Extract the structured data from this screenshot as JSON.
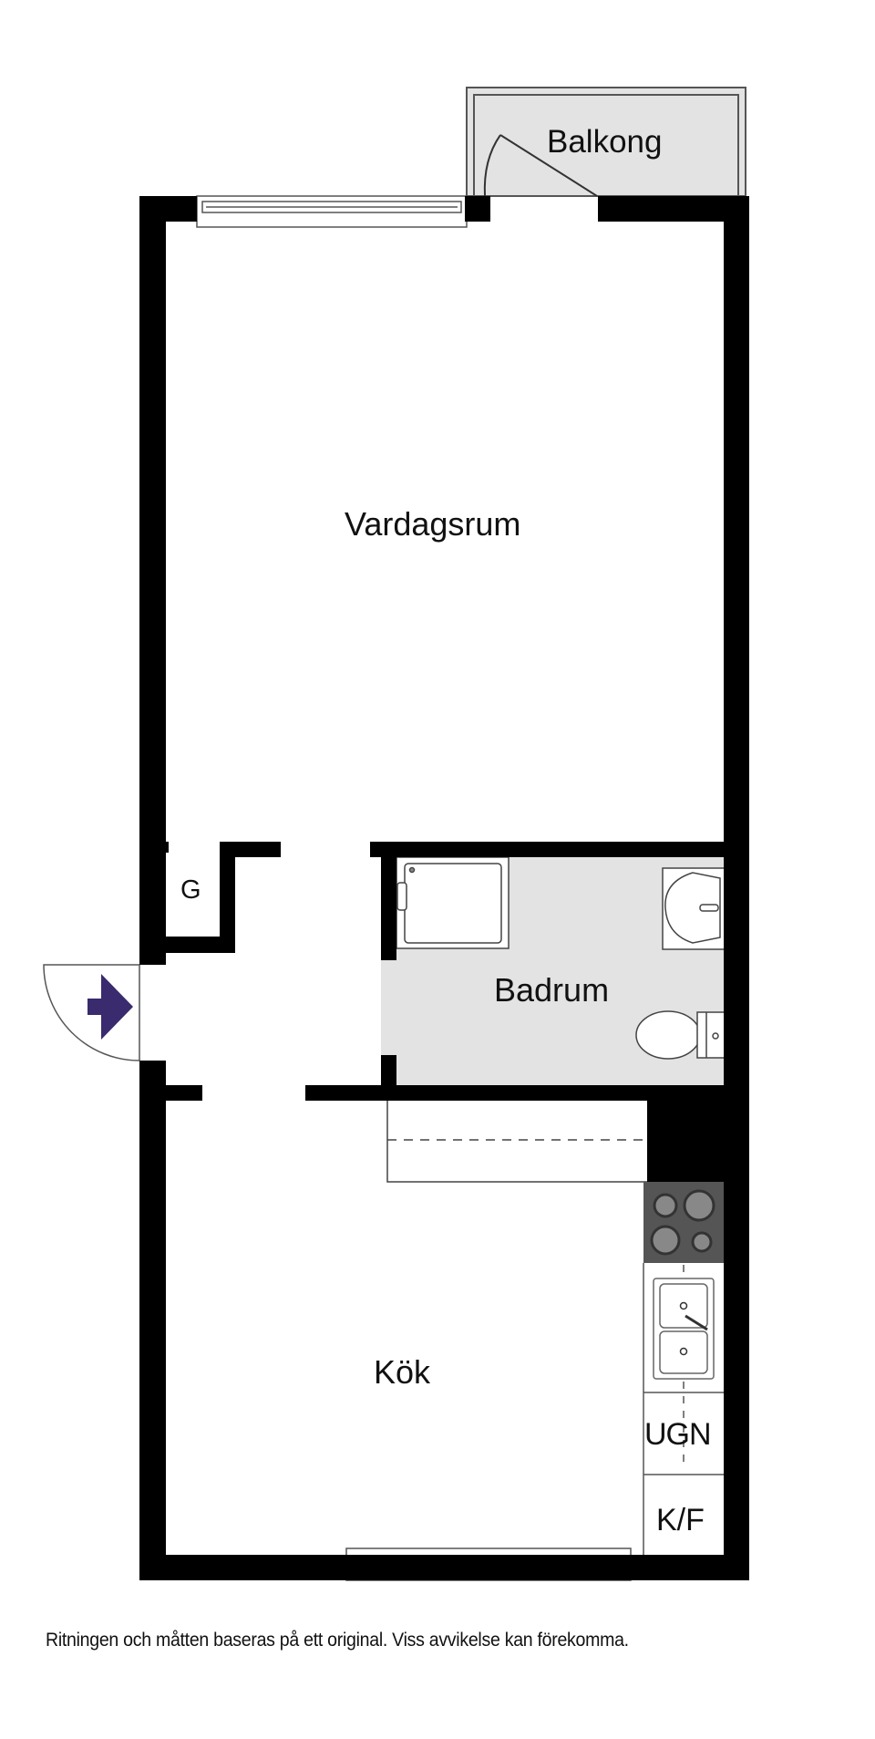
{
  "floorplan": {
    "rooms": [
      {
        "id": "balkong",
        "label": "Balkong"
      },
      {
        "id": "vardagsrum",
        "label": "Vardagsrum"
      },
      {
        "id": "garderob",
        "label": "G"
      },
      {
        "id": "badrum",
        "label": "Badrum"
      },
      {
        "id": "kok",
        "label": "Kök"
      }
    ],
    "appliances": {
      "oven": "UGN",
      "fridge_freezer": "K/F"
    },
    "entrance_icon": "entrance-arrow-icon",
    "colors": {
      "wall": "#000000",
      "wet_room_fill": "#e3e3e3",
      "stove_fill": "#555555",
      "entrance_arrow": "#3a2a6e"
    }
  },
  "footer": {
    "disclaimer": "Ritningen och måtten baseras på ett original. Viss avvikelse kan förekomma."
  }
}
